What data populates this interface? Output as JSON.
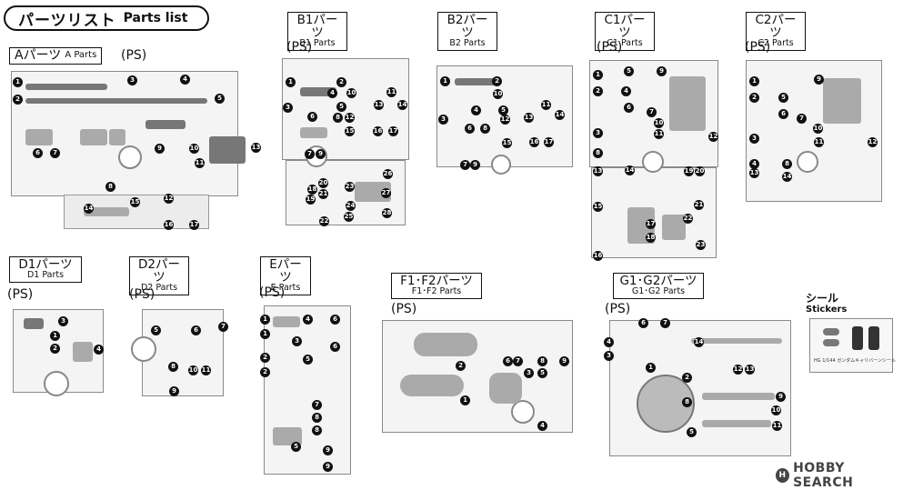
{
  "title": {
    "jp": "パーツリスト",
    "en": "Parts list"
  },
  "ps": "(PS)",
  "sections": {
    "a": {
      "jp": "Aパーツ",
      "en": "A Parts"
    },
    "b1": {
      "jp": "B1パーツ",
      "en": "B1 Parts"
    },
    "b2": {
      "jp": "B2パーツ",
      "en": "B2 Parts"
    },
    "c1": {
      "jp": "C1パーツ",
      "en": "C1 Parts"
    },
    "c2": {
      "jp": "C2パーツ",
      "en": "C2 Parts"
    },
    "d1": {
      "jp": "D1パーツ",
      "en": "D1 Parts"
    },
    "d2": {
      "jp": "D2パーツ",
      "en": "D2 Parts"
    },
    "e": {
      "jp": "Eパーツ",
      "en": "E Parts"
    },
    "f": {
      "jp": "F1･F2パーツ",
      "en": "F1･F2 Parts"
    },
    "g": {
      "jp": "G1･G2パーツ",
      "en": "G1･G2 Parts"
    }
  },
  "stickers": {
    "jp": "シール",
    "en": "Stickers",
    "sheet_text": "HG 1/144 ガンダムキャリバーンシール"
  },
  "watermark": {
    "logo": "H",
    "text": "HOBBY SEARCH"
  }
}
